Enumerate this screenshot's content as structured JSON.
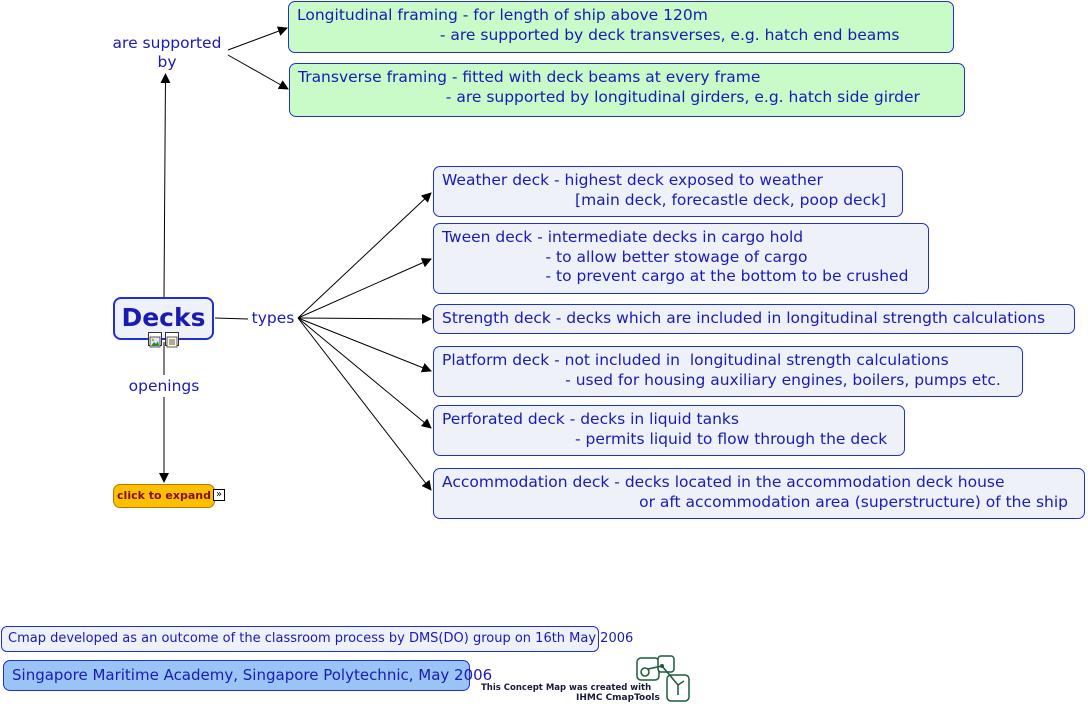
{
  "root": {
    "title": "Decks"
  },
  "links": {
    "supported_by": "are supported\nby",
    "types": "types",
    "openings": "openings"
  },
  "framing": [
    {
      "text": "Longitudinal framing - for length of ship above 120m\n                             - are supported by deck transverses, e.g. hatch end beams"
    },
    {
      "text": "Transverse framing - fitted with deck beams at every frame\n                              - are supported by longitudinal girders, e.g. hatch side girder"
    }
  ],
  "deck_types": [
    {
      "text": "Weather deck - highest deck exposed to weather\n                           [main deck, forecastle deck, poop deck]"
    },
    {
      "text": "Tween deck - intermediate decks in cargo hold\n                     - to allow better stowage of cargo\n                     - to prevent cargo at the bottom to be crushed"
    },
    {
      "text": "Strength deck - decks which are included in longitudinal strength calculations"
    },
    {
      "text": "Platform deck - not included in  longitudinal strength calculations\n                         - used for housing auxiliary engines, boilers, pumps etc."
    },
    {
      "text": "Perforated deck - decks in liquid tanks\n                           - permits liquid to flow through the deck"
    },
    {
      "text": "Accommodation deck - decks located in the accommodation deck house\n                                        or aft accommodation area (superstructure) of the ship"
    }
  ],
  "expand_button": {
    "label": "click to expand"
  },
  "footer": {
    "note": "Cmap developed as an outcome of the classroom process by DMS(DO) group on 16th May 2006",
    "org": "Singapore Maritime Academy, Singapore Polytechnic, May 2006",
    "credit_line1": "This Concept Map was created with",
    "credit_line2": "IHMC CmapTools"
  },
  "colors": {
    "node_text": "#1a1ab4",
    "node_border": "#1f2fd0",
    "framing_fill": "#c8fbc8",
    "type_fill": "#eef2f8",
    "expand_fill": "#ffbf00",
    "org_fill": "#9ac3f6"
  },
  "icons": [
    "image-icon",
    "notes-icon",
    "expand-arrow-icon",
    "cmaptools-logo-icon"
  ]
}
